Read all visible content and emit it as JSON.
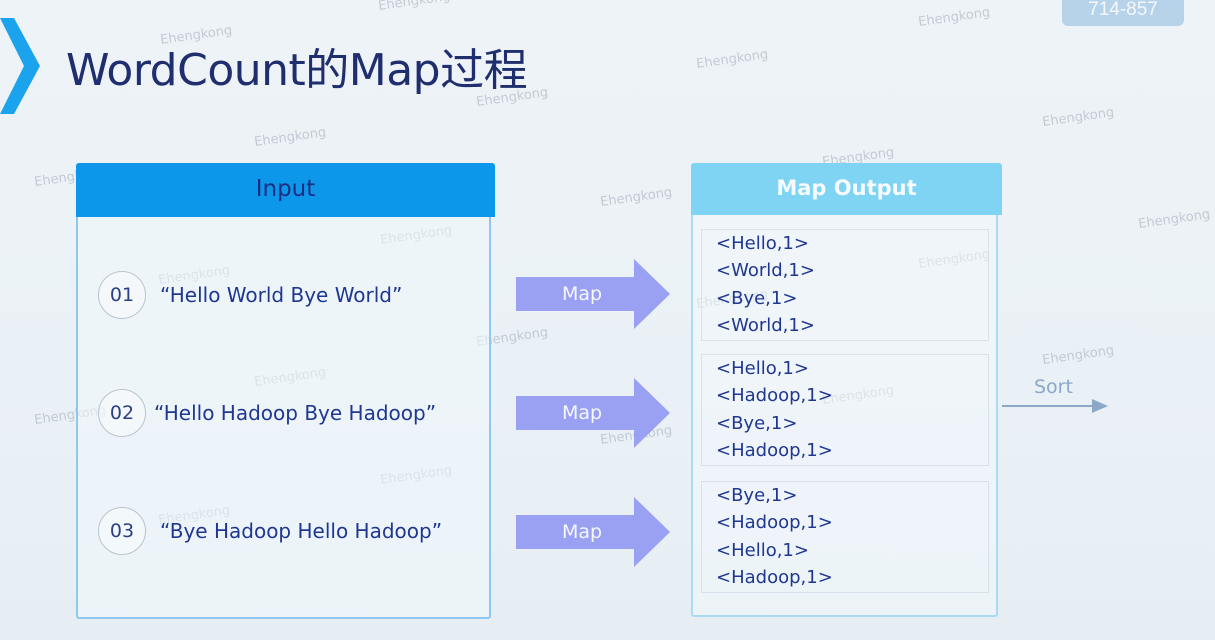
{
  "page": {
    "title": "WordCount的Map过程",
    "page_number": "714-857",
    "watermark": "Ehengkong"
  },
  "input": {
    "header": "Input",
    "rows": [
      {
        "num": "01",
        "text": "“Hello World Bye World”"
      },
      {
        "num": "02",
        "text": "“Hello Hadoop Bye Hadoop”"
      },
      {
        "num": "03",
        "text": "“Bye Hadoop Hello Hadoop”"
      }
    ]
  },
  "map": {
    "label": "Map"
  },
  "output": {
    "header": "Map Output",
    "groups": [
      {
        "lines": [
          "<Hello,1>",
          "<World,1>",
          "<Bye,1>",
          "<World,1>"
        ]
      },
      {
        "lines": [
          "<Hello,1>",
          "<Hadoop,1>",
          "<Bye,1>",
          "<Hadoop,1>"
        ]
      },
      {
        "lines": [
          "<Bye,1>",
          "<Hadoop,1>",
          "<Hello,1>",
          "<Hadoop,1>"
        ]
      }
    ]
  },
  "sort": {
    "label": "Sort"
  },
  "colors": {
    "accent": "#0d97ea",
    "output_header": "#7fd3f3",
    "arrow": "#9aa0f2",
    "chevron": "#1ba3ee",
    "title": "#1f2e6e"
  }
}
